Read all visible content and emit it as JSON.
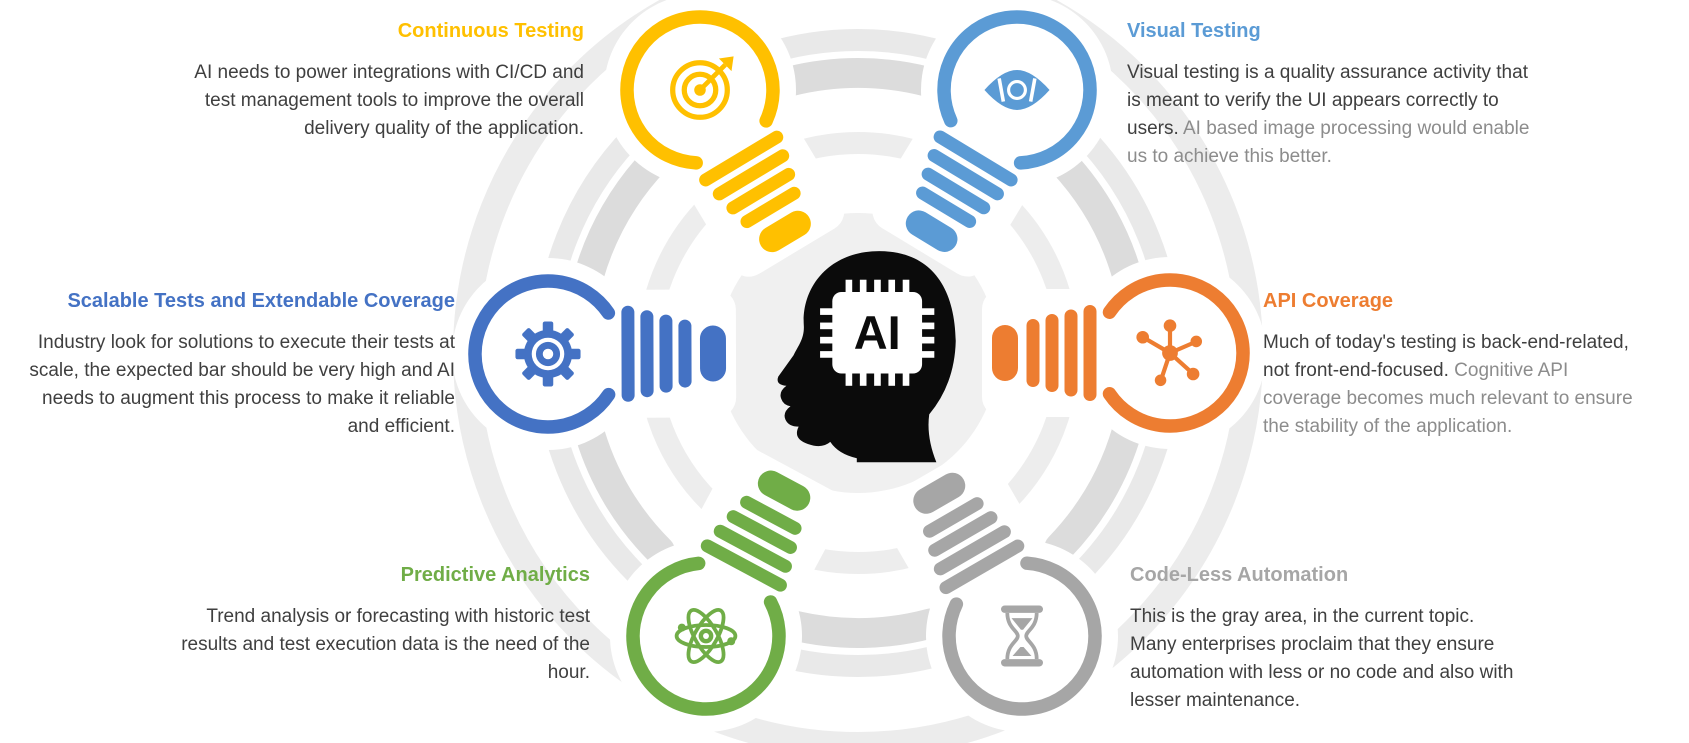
{
  "center": {
    "icon": "ai-brain-head-icon",
    "chip_label": "AI"
  },
  "colors": {
    "body_text": "#3F3F3F",
    "secondary_text": "#8C8C8C",
    "head_silhouette": "#0B0B0B",
    "center_circle": "#F0F0F0",
    "ring_light": "#EDEDED",
    "ring_medium": "#DCDCDC"
  },
  "sections": [
    {
      "id": "continuous-testing",
      "title": "Continuous Testing",
      "color": "#FFC000",
      "icon": "target-arrow-icon",
      "description_primary": "AI needs to power integrations with CI/CD and test management tools to improve the overall delivery quality of the application.",
      "description_secondary": ""
    },
    {
      "id": "visual-testing",
      "title": "Visual Testing",
      "color": "#5B9BD5",
      "icon": "eye-icon",
      "description_primary": "Visual testing is a quality assurance activity that is meant to verify the UI appears correctly to users. ",
      "description_secondary": "AI based image processing would enable us to achieve this better."
    },
    {
      "id": "scalable-tests",
      "title": "Scalable Tests and Extendable Coverage",
      "color": "#4472C4",
      "icon": "gear-icon",
      "description_primary": "Industry look for solutions to execute their tests at scale, the expected bar should be very high and AI needs to augment this process to make it reliable and efficient.",
      "description_secondary": ""
    },
    {
      "id": "api-coverage",
      "title": "API Coverage",
      "color": "#ED7D31",
      "icon": "molecule-icon",
      "description_primary": "Much of today's testing is back-end-related, not front-end-focused. ",
      "description_secondary": "Cognitive API coverage becomes much relevant to ensure the stability of the application."
    },
    {
      "id": "predictive-analytics",
      "title": "Predictive Analytics",
      "color": "#70AD47",
      "icon": "atom-icon",
      "description_primary": "Trend analysis or forecasting with historic test results and test execution data is the need of the hour.",
      "description_secondary": ""
    },
    {
      "id": "code-less-automation",
      "title": "Code-Less Automation",
      "color": "#A6A6A6",
      "icon": "hourglass-icon",
      "description_primary": "This is the gray area, in the current topic. Many enterprises proclaim that they ensure automation with less or no code and also with lesser maintenance.",
      "description_secondary": ""
    }
  ]
}
